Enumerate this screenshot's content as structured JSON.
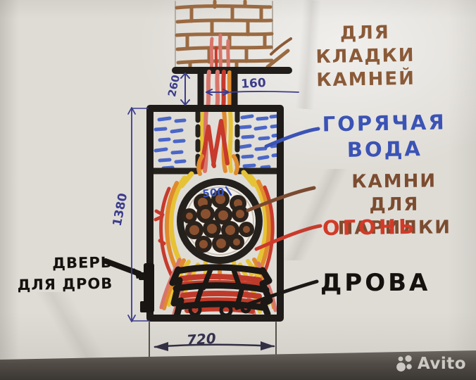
{
  "diagram_title": "hand-drawn sauna stove section sketch",
  "labels": {
    "chimney_masonry": {
      "line1": "ДЛЯ КЛАДКИ",
      "line2": "КАМНЕЙ",
      "color": "#8a5a38"
    },
    "hot_water": {
      "line1": "ГОРЯЧАЯ",
      "line2": "ВОДА",
      "color": "#3b53b5"
    },
    "sauna_stones": {
      "line1": "КАМНИ",
      "line2": "ДЛЯ ПАРИЛКИ",
      "color": "#7c4c30"
    },
    "fire": {
      "text": "ОГОНЬ",
      "color": "#d23a28"
    },
    "firewood": {
      "text": "ДРОВА",
      "color": "#14110e"
    },
    "wood_door": {
      "line1": "ДВЕРЬ",
      "line2": "ДЛЯ ДРОВ",
      "color": "#14110e"
    }
  },
  "dimensions": {
    "chimney_rise": "260",
    "flue_width": "160",
    "stove_height": "1380",
    "stove_width": "720",
    "stone_chamber": "500"
  },
  "watermark": {
    "brand": "Avito"
  },
  "colors": {
    "marker_black": "#1e1b18",
    "marker_brown": "#9a6a42",
    "marker_blue_water": "#4a66c8",
    "marker_red": "#c73a2c",
    "marker_orange": "#e08a2e",
    "marker_yellow": "#e6c235",
    "pen_dimension_blue": "#3c3c8c",
    "paper": "#dfdcd6",
    "photo_band": "#46423d"
  }
}
